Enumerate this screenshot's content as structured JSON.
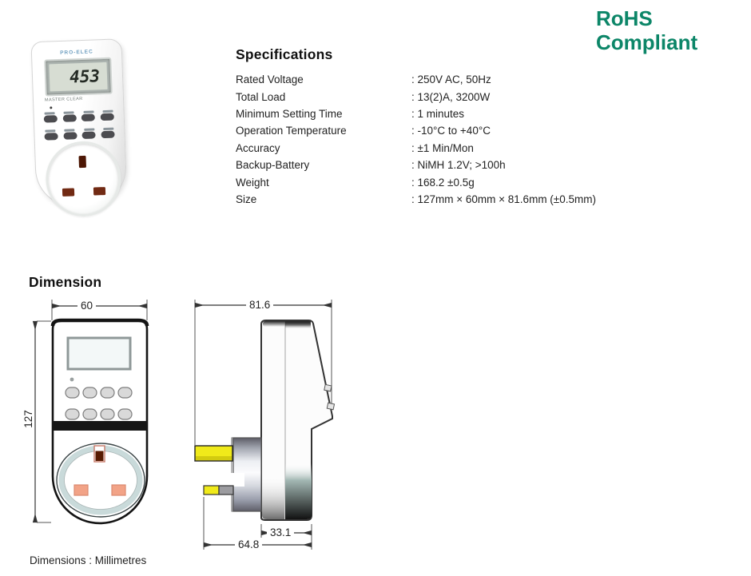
{
  "rohs": {
    "line1": "RoHS",
    "line2": "Compliant",
    "color": "#0c8668"
  },
  "photo": {
    "brand": "PRO-ELEC",
    "lcd_value": "453",
    "master_clear": "MASTER CLEAR"
  },
  "specifications": {
    "title": "Specifications",
    "rows": [
      {
        "label": "Rated Voltage",
        "value": ": 250V AC, 50Hz"
      },
      {
        "label": "Total Load",
        "value": ": 13(2)A, 3200W"
      },
      {
        "label": "Minimum Setting Time",
        "value": ": 1 minutes"
      },
      {
        "label": "Operation Temperature",
        "value": ": -10°C to +40°C"
      },
      {
        "label": "Accuracy",
        "value": ": ±1 Min/Mon"
      },
      {
        "label": "Backup-Battery",
        "value": ": NiMH 1.2V; >100h"
      },
      {
        "label": "Weight",
        "value": ": 168.2 ±0.5g"
      },
      {
        "label": "Size",
        "value": ": 127mm × 60mm × 81.6mm (±0.5mm)"
      }
    ]
  },
  "dimension": {
    "title": "Dimension",
    "labels": {
      "front_width": "60",
      "front_height": "127",
      "side_total_depth": "81.6",
      "side_body_depth": "33.1",
      "side_pin_depth": "64.8"
    }
  },
  "footnote": {
    "text": "Dimensions : Millimetres"
  }
}
